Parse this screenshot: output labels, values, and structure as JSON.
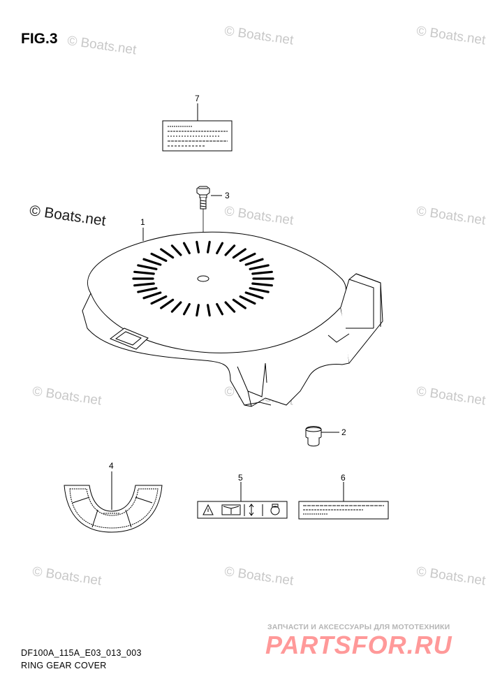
{
  "figure": {
    "title": "FIG.3"
  },
  "watermarks": {
    "main": "© Boats.net",
    "faded": "© Boats.net"
  },
  "callouts": {
    "c1": "1",
    "c2": "2",
    "c3": "3",
    "c4": "4",
    "c5": "5",
    "c6": "6",
    "c7": "7"
  },
  "footer": {
    "code": "DF100A_115A_E03_013_003",
    "name": "RING GEAR COVER"
  },
  "brand": {
    "tagline": "ЗАПЧАСТИ И АКСЕССУАРЫ ДЛЯ МОТОТЕХНИКИ",
    "logo": "PARTSFOR.RU"
  }
}
